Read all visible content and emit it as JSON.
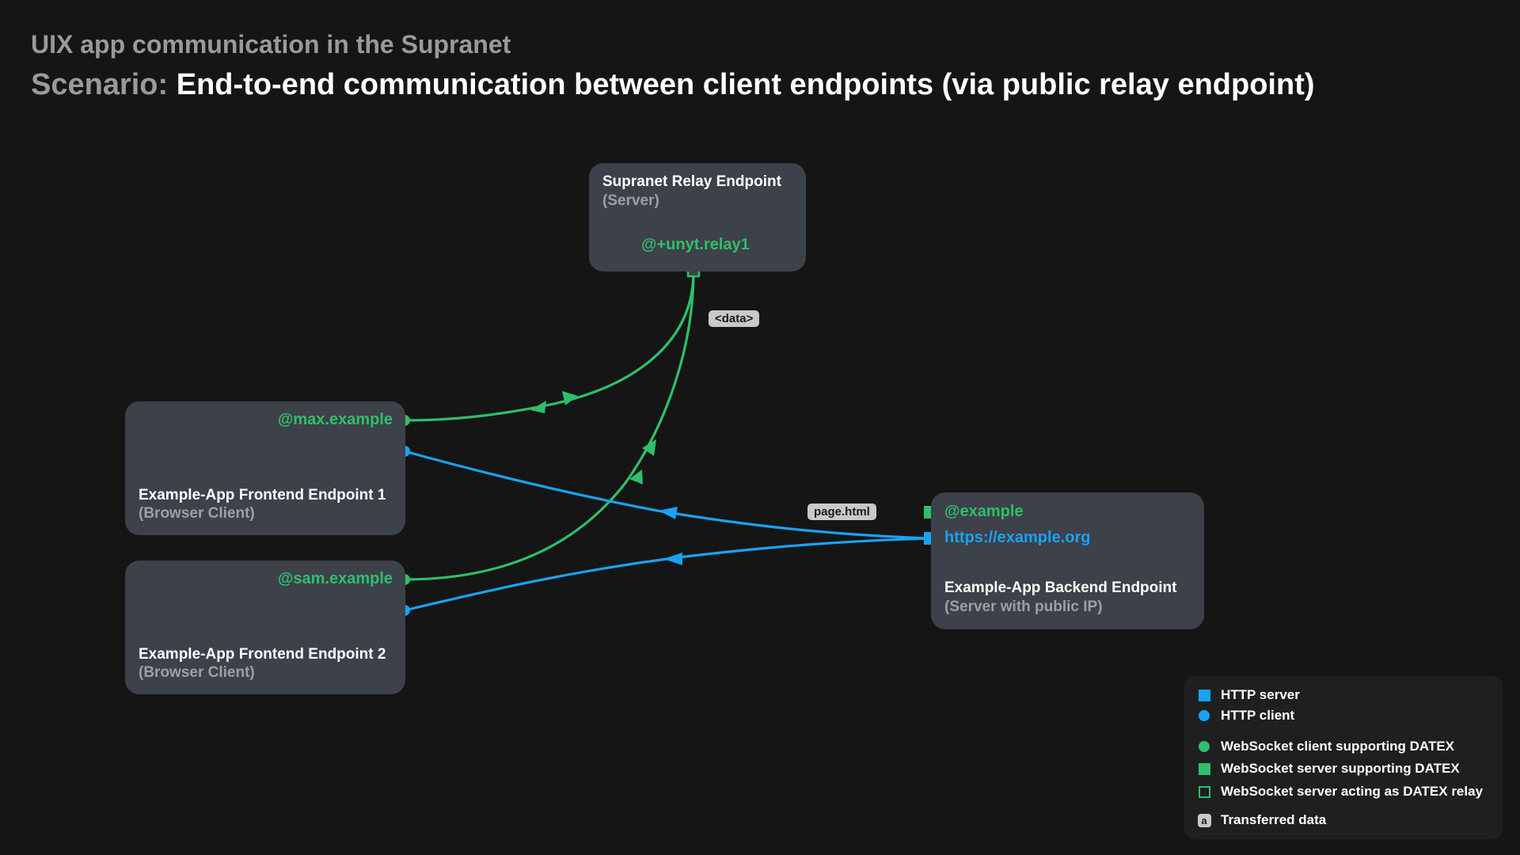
{
  "header": {
    "title": "UIX app communication in the Supranet",
    "scenario_prefix": "Scenario:",
    "scenario": "End-to-end communication between client endpoints (via public relay endpoint)"
  },
  "nodes": {
    "relay": {
      "name": "Supranet Relay Endpoint",
      "sub": "(Server)",
      "id": "@+unyt.relay1"
    },
    "frontend1": {
      "name": "Example-App Frontend Endpoint 1",
      "sub": "(Browser Client)",
      "id": "@max.example"
    },
    "frontend2": {
      "name": "Example-App Frontend Endpoint 2",
      "sub": "(Browser Client)",
      "id": "@sam.example"
    },
    "backend": {
      "name": "Example-App Backend Endpoint",
      "sub": "(Server with public IP)",
      "id": "@example",
      "url": "https://example.org"
    }
  },
  "transfers": {
    "relay_data": "<data>",
    "page": "page.html"
  },
  "legend": {
    "items": [
      {
        "icon": "http-server-square-icon",
        "label": "HTTP server"
      },
      {
        "icon": "http-client-circle-icon",
        "label": "HTTP client"
      },
      {
        "icon": "websocket-client-circle-icon",
        "label": "WebSocket client supporting DATEX"
      },
      {
        "icon": "websocket-server-square-icon",
        "label": "WebSocket server supporting DATEX"
      },
      {
        "icon": "websocket-relay-outline-icon",
        "label": "WebSocket server acting as DATEX relay"
      },
      {
        "icon": "transferred-data-icon",
        "glyph": "a",
        "label": "Transferred data"
      }
    ]
  },
  "colors": {
    "background": "#151515",
    "node": "#3d4149",
    "websocket_green": "#2ebf6a",
    "http_blue": "#19a2f5",
    "data_tag": "#c9c9c9"
  }
}
